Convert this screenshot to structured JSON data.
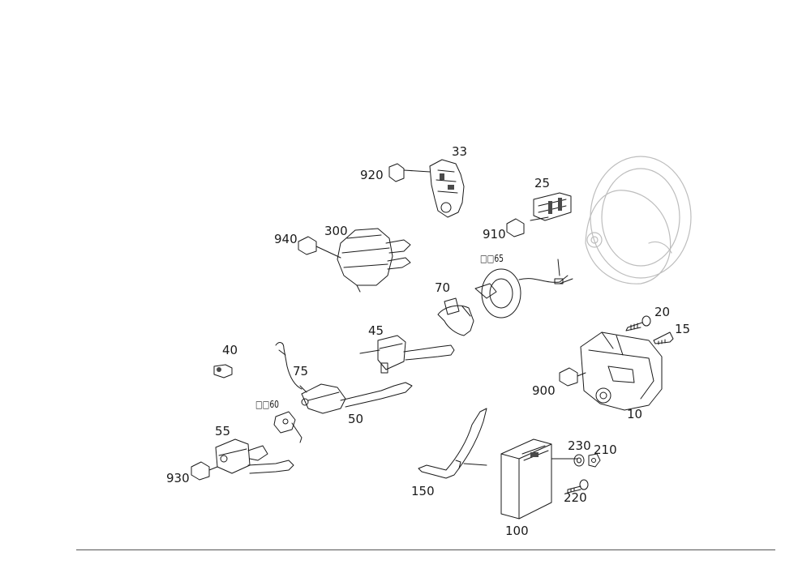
{
  "labels": {
    "l33": "33",
    "l920": "920",
    "l25": "25",
    "l910": "910",
    "l300": "300",
    "l940": "940",
    "l65": "□□65",
    "l70": "70",
    "l20": "20",
    "l15": "15",
    "l45": "45",
    "l40": "40",
    "l75": "75",
    "l900": "900",
    "l10": "10",
    "l60": "□□60",
    "l50": "50",
    "l55": "55",
    "l930": "930",
    "l230": "230",
    "l210": "210",
    "l150": "150",
    "l220": "220",
    "l100": "100"
  },
  "colors": {
    "line": "#1a1a1a",
    "faint": "#8a8a8a",
    "steering_wheel": "#bdbdbd",
    "shade": "#4a4a4a"
  }
}
